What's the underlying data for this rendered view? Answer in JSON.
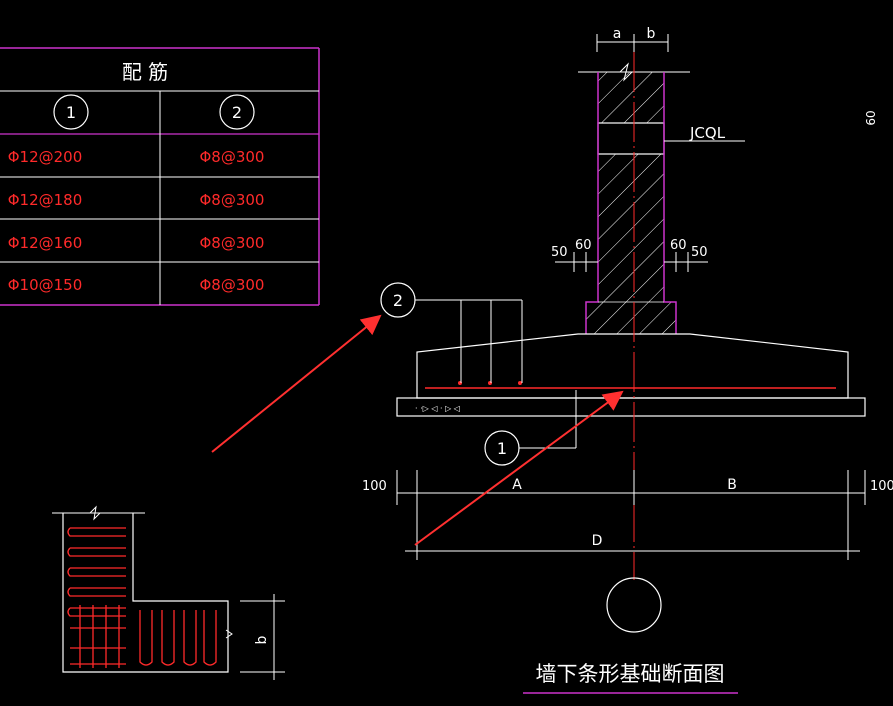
{
  "table": {
    "header": "配        筋",
    "col1_marker": "1",
    "col2_marker": "2",
    "rows": [
      {
        "c1": "Φ12@200",
        "c2": "Φ8@300"
      },
      {
        "c1": "Φ12@180",
        "c2": "Φ8@300"
      },
      {
        "c1": "Φ12@160",
        "c2": "Φ8@300"
      },
      {
        "c1": "Φ10@150",
        "c2": "Φ8@300"
      }
    ]
  },
  "section": {
    "dim_a": "a",
    "dim_b": "b",
    "ring_beam_label": "JCQL",
    "left_offset_50": "50",
    "left_offset_60": "60",
    "right_offset_60": "60",
    "right_offset_50": "50",
    "marker_1": "1",
    "marker_2": "2",
    "dim_left_100": "100",
    "dim_right_100": "100",
    "dim_A": "A",
    "dim_B": "B",
    "dim_D": "D",
    "title": "墙下条形基础断面图",
    "edge_label": "60"
  },
  "corner_detail": {
    "dim_b": "b"
  },
  "colors": {
    "background": "#000000",
    "line": "#ffffff",
    "magenta": "#cc33cc",
    "red": "#ff2a2a",
    "arrow": "#ff3030"
  }
}
